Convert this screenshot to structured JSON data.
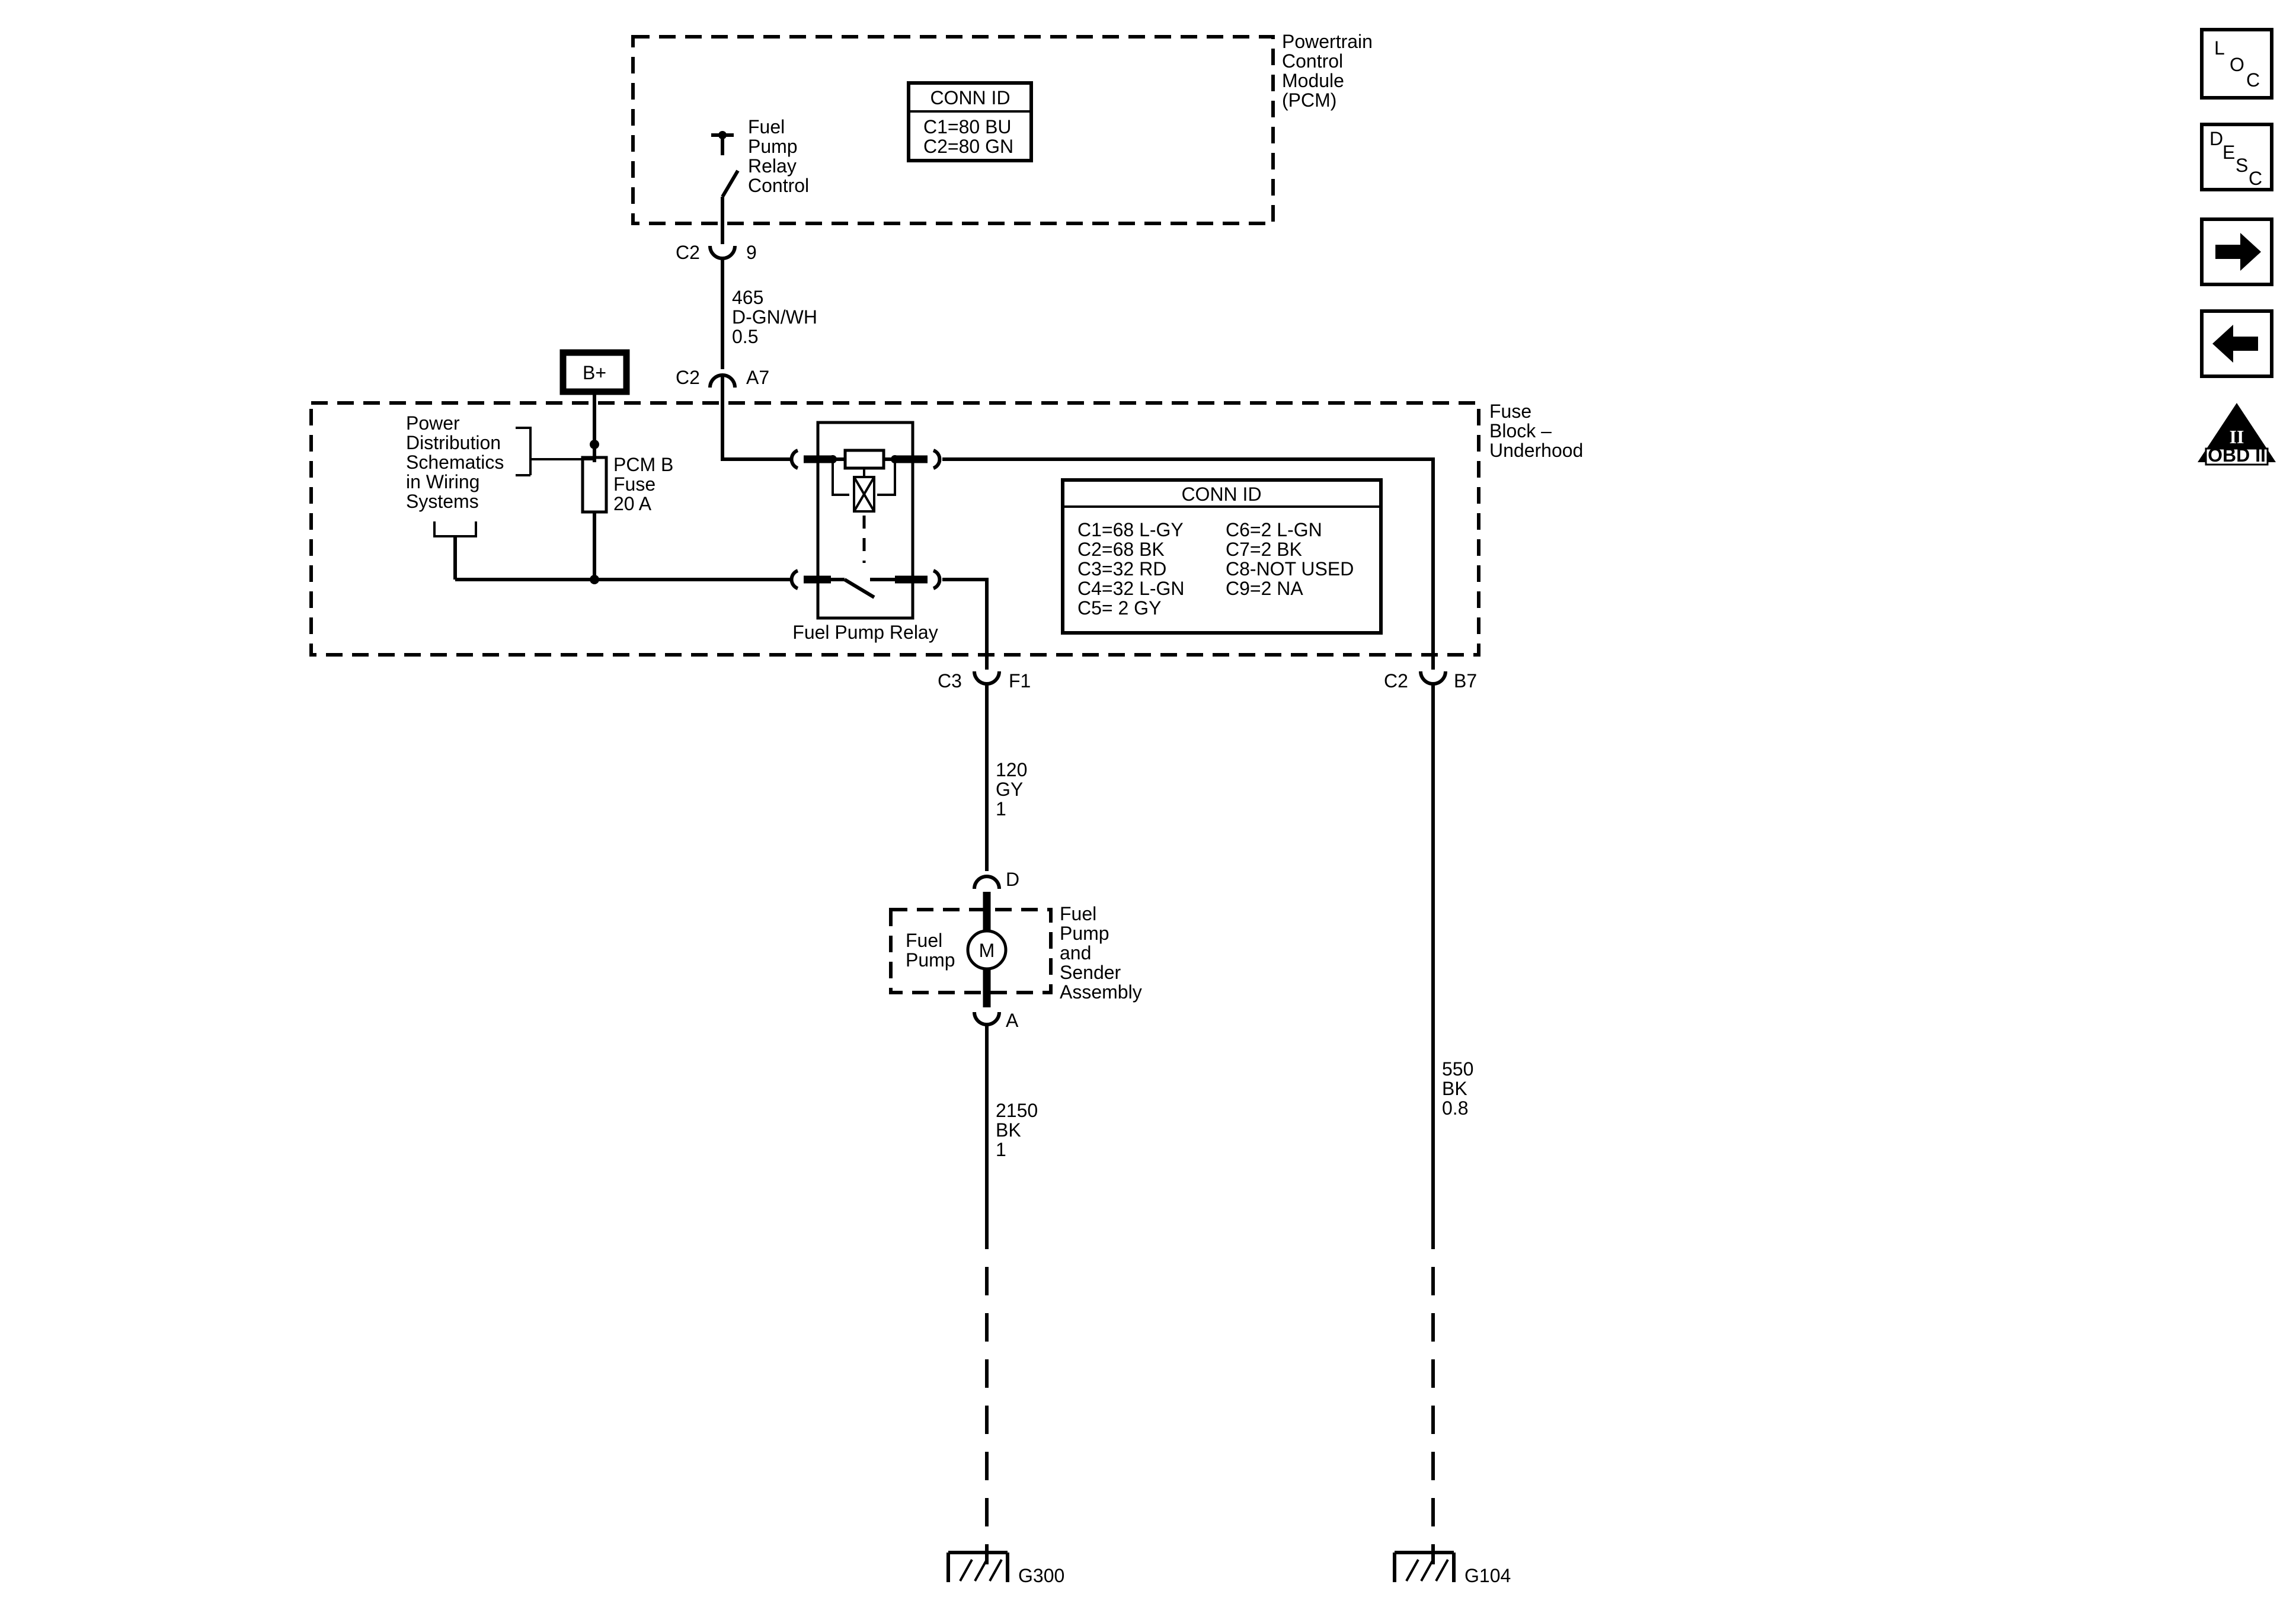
{
  "pcm": {
    "name_lines": [
      "Powertrain",
      "Control",
      "Module",
      "(PCM)"
    ],
    "conn_id_title": "CONN ID",
    "conn_ids": [
      "C1=80 BU",
      "C2=80 GN"
    ],
    "switch_label_lines": [
      "Fuel",
      "Pump",
      "Relay",
      "Control"
    ]
  },
  "pcm_connector": {
    "conn": "C2",
    "pin": "9"
  },
  "wire_465": {
    "circuit": "465",
    "color": "D-GN/WH",
    "size": "0.5"
  },
  "fuse_connector_a7": {
    "conn": "C2",
    "pin": "A7"
  },
  "bplus": "B+",
  "fuse_block": {
    "name_lines": [
      "Fuse",
      "Block –",
      "Underhood"
    ],
    "power_dist_lines": [
      "Power",
      "Distribution",
      "Schematics",
      "in Wiring",
      "Systems"
    ],
    "fuse_label_lines": [
      "PCM B",
      "Fuse",
      "20 A"
    ],
    "relay_label": "Fuel Pump Relay",
    "conn_id_title": "CONN ID",
    "conn_ids_left": [
      "C1=68 L-GY",
      "C2=68 BK",
      "C3=32 RD",
      "C4=32 L-GN",
      "C5= 2 GY"
    ],
    "conn_ids_right": [
      "C6=2 L-GN",
      "C7=2 BK",
      "C8-NOT USED",
      "C9=2 NA"
    ]
  },
  "connector_f1": {
    "conn": "C3",
    "pin": "F1"
  },
  "connector_b7": {
    "conn": "C2",
    "pin": "B7"
  },
  "wire_120": {
    "circuit": "120",
    "color": "GY",
    "size": "1"
  },
  "fuel_pump_assembly": {
    "pin_top": "D",
    "pin_bottom": "A",
    "pump_label_lines": [
      "Fuel",
      "Pump"
    ],
    "motor_symbol": "M",
    "assembly_lines": [
      "Fuel",
      "Pump",
      "and",
      "Sender",
      "Assembly"
    ]
  },
  "wire_2150": {
    "circuit": "2150",
    "color": "BK",
    "size": "1"
  },
  "wire_550": {
    "circuit": "550",
    "color": "BK",
    "size": "0.8"
  },
  "ground_g300": "G300",
  "ground_g104": "G104",
  "nav": {
    "loc_letters": [
      "L",
      "O",
      "C"
    ],
    "desc_letters": [
      "D",
      "E",
      "S",
      "C"
    ],
    "next_icon": "right-arrow-icon",
    "prev_icon": "left-arrow-icon",
    "obd_symbol": "II",
    "obd_label": "OBD II"
  }
}
